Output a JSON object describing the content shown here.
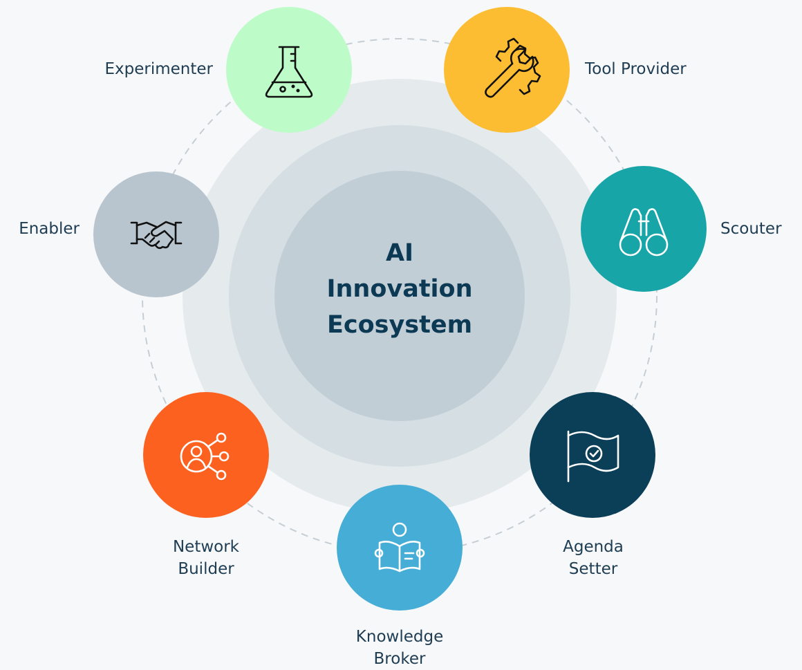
{
  "center": {
    "title_lines": [
      "AI",
      "Innovation",
      "Ecosystem"
    ]
  },
  "roles": {
    "experimenter": {
      "label": "Experimenter",
      "color": "#bdfcc9",
      "icon": "flask-icon"
    },
    "tool_provider": {
      "label": "Tool Provider",
      "color": "#fcbd32",
      "icon": "wrench-gear-icon"
    },
    "scouter": {
      "label": "Scouter",
      "color": "#18a5a8",
      "icon": "binoculars-icon"
    },
    "agenda_setter": {
      "label_lines": [
        "Agenda",
        "Setter"
      ],
      "color": "#0b3e57",
      "icon": "flag-check-icon"
    },
    "knowledge_broker": {
      "label_lines": [
        "Knowledge",
        "Broker"
      ],
      "color": "#46aed6",
      "icon": "reader-book-icon"
    },
    "network_builder": {
      "label_lines": [
        "Network",
        "Builder"
      ],
      "color": "#fd6120",
      "icon": "network-person-icon"
    },
    "enabler": {
      "label": "Enabler",
      "color": "#b8c5ce",
      "icon": "handshake-icon"
    }
  },
  "colors": {
    "outer_ring": "#e5eaed",
    "middle_ring": "#d5dee3",
    "inner_circle": "#c2ced6",
    "dashed_orbit": "#c5ced4",
    "title": "#0c3a55"
  }
}
